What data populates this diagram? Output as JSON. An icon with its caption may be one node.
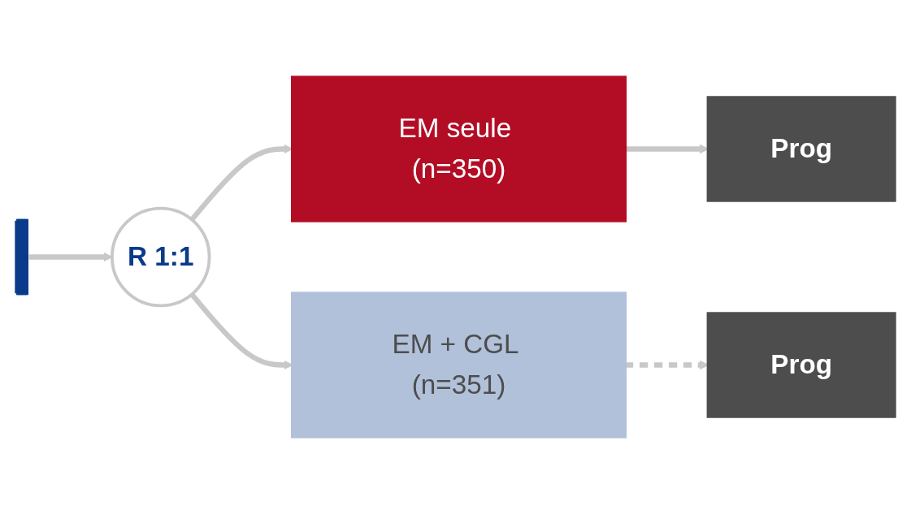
{
  "diagram": {
    "nodes": [
      {
        "text": [],
        "shape": "bar"
      },
      {
        "text": [
          "R 1:1"
        ]
      },
      {
        "text": [
          "EM seule (n=350)"
        ]
      },
      {
        "text": [
          "Prog"
        ]
      },
      {
        "text": [
          "EM + CGL (n=351)"
        ]
      },
      {
        "text": [
          "Prog"
        ]
      }
    ],
    "edges": [
      {
        "from": 0,
        "to": 1,
        "arrow": "to"
      },
      {
        "from": 1,
        "to": 2,
        "arrow": "to"
      },
      {
        "from": 1,
        "to": 4,
        "arrow": "to"
      },
      {
        "from": 2,
        "to": 3,
        "arrow": "to"
      },
      {
        "from": 4,
        "to": 5,
        "arrow": "to",
        "style": "dashed"
      }
    ]
  }
}
